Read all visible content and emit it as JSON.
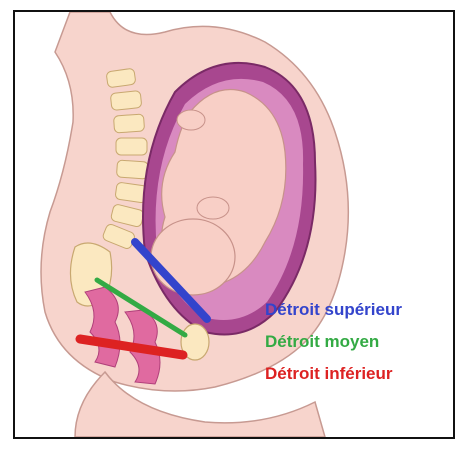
{
  "legend": {
    "items": [
      {
        "label": "Détroit supérieur",
        "color": "#3344cc"
      },
      {
        "label": "Détroit moyen",
        "color": "#33aa44"
      },
      {
        "label": "Détroit inférieur",
        "color": "#dd2222"
      }
    ]
  },
  "colors": {
    "skin": "#f7d4cc",
    "skin_outline": "#c79a92",
    "uterus": "#a8478f",
    "uterus_inner": "#d98ac0",
    "fetus": "#f8cfc6",
    "bone": "#fbe8c0",
    "bone_outline": "#c8a870",
    "pelvic_muscle": "#e06aa0"
  }
}
